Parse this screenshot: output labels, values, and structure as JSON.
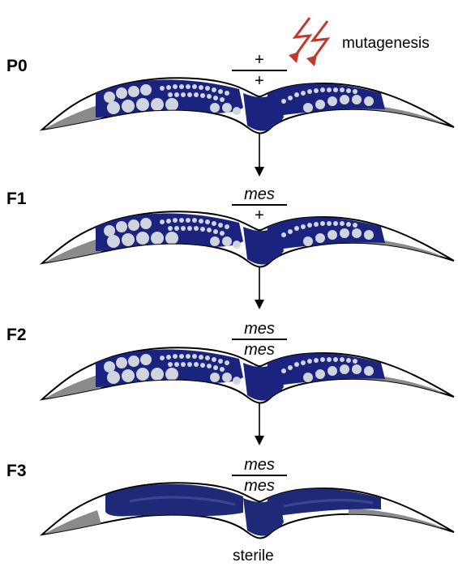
{
  "annotation": {
    "mutagenesis_label": "mutagenesis",
    "bolt_icon": "lightning-bolt-icon",
    "bolt_color": "#c0392b"
  },
  "colors": {
    "gonad": "#1a237e",
    "cells": "#d0d4de",
    "body": "#8a8a8a",
    "sterile_gonad": "#1e2a78"
  },
  "generations": [
    {
      "label": "P0",
      "top": "+",
      "bottom": "+",
      "italic": false
    },
    {
      "label": "F1",
      "top": "mes",
      "bottom": "+",
      "italic_top": true,
      "italic_bottom": false
    },
    {
      "label": "F2",
      "top": "mes",
      "bottom": "mes",
      "italic": true
    },
    {
      "label": "F3",
      "top": "mes",
      "bottom": "mes",
      "italic": true,
      "caption": "sterile"
    }
  ]
}
